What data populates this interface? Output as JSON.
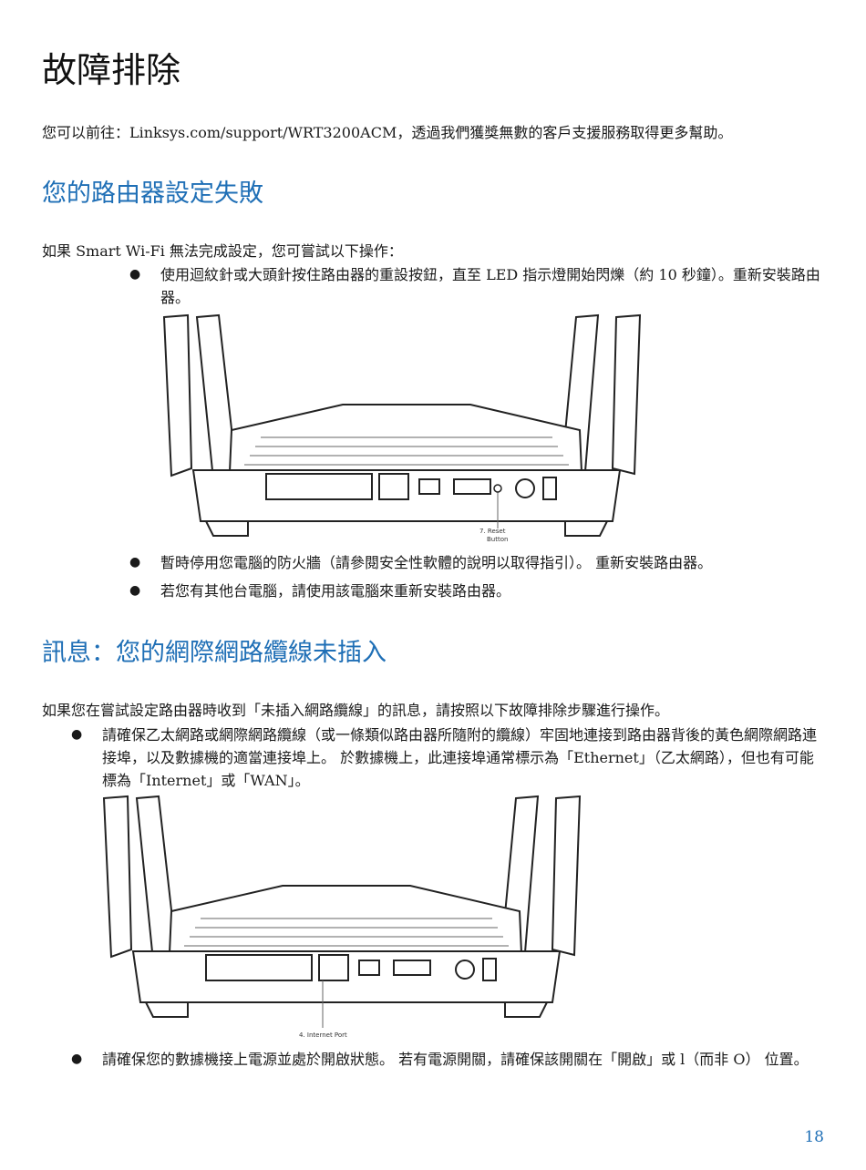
{
  "title": "故障排除",
  "intro": "您可以前往：Linksys.com/support/WRT3200ACM，透過我們獲獎無數的客戶支援服務取得更多幫助。",
  "section1": {
    "heading": "您的路由器設定失敗",
    "lead": "如果 Smart Wi-Fi 無法完成設定，您可嘗試以下操作：",
    "bullets": [
      "使用迴紋針或大頭針按住路由器的重設按鈕，直至 LED 指示燈開始閃爍（約 10 秒鐘）。重新安裝路由器。",
      "暫時停用您電腦的防火牆（請參閱安全性軟體的說明以取得指引）。 重新安裝路由器。",
      "若您有其他台電腦，請使用該電腦來重新安裝路由器。"
    ],
    "figure_label_1": "7. Reset",
    "figure_label_2": "Button"
  },
  "section2": {
    "heading": "訊息：您的網際網路纜線未插入",
    "lead": "如果您在嘗試設定路由器時收到「未插入網路纜線」的訊息，請按照以下故障排除步驟進行操作。",
    "bullets": [
      "請確保乙太網路或網際網路纜線（或一條類似路由器所隨附的纜線）牢固地連接到路由器背後的黃色網際網路連接埠，以及數據機的適當連接埠上。 於數據機上，此連接埠通常標示為「Ethernet」（乙太網路），但也有可能標為「Internet」或「WAN」。",
      "請確保您的數據機接上電源並處於開啟狀態。 若有電源開關，請確保該開關在「開啟」或 l（而非 O） 位置。"
    ],
    "figure_label": "4. Internet Port"
  },
  "page_number": "18"
}
